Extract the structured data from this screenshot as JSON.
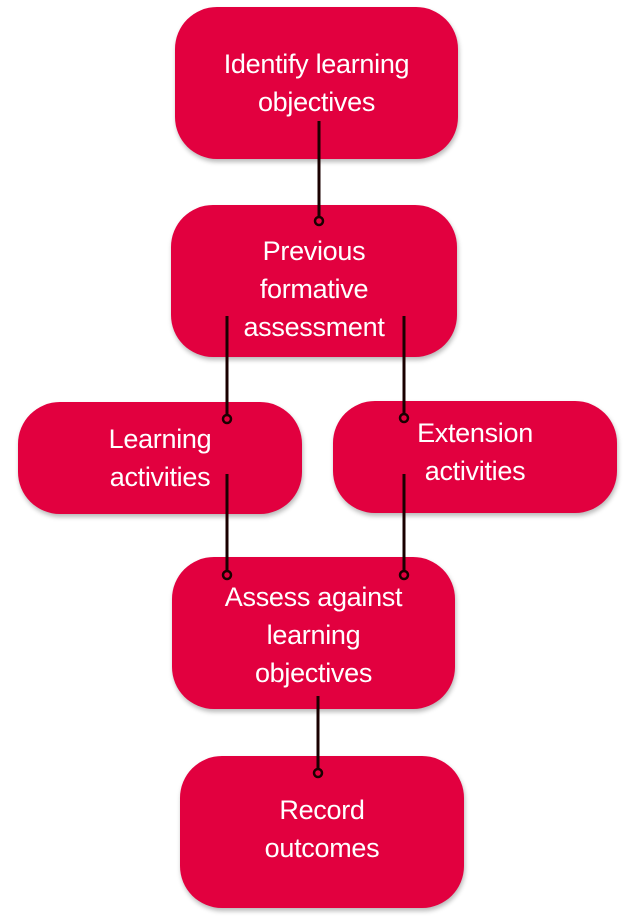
{
  "colors": {
    "node_fill": "#e2003f",
    "node_text": "#ffffff",
    "connector": "#1a0000"
  },
  "nodes": [
    {
      "id": "identify",
      "label": "Identify learning\nobjectives"
    },
    {
      "id": "previous",
      "label": "Previous\nformative\nassessment"
    },
    {
      "id": "learning",
      "label": "Learning\nactivities"
    },
    {
      "id": "extension",
      "label": "Extension\nactivities"
    },
    {
      "id": "assess",
      "label": "Assess against\nlearning\nobjectives"
    },
    {
      "id": "record",
      "label": "Record\noutcomes"
    }
  ],
  "edges": [
    {
      "from": "identify",
      "to": "previous"
    },
    {
      "from": "previous",
      "to": "learning"
    },
    {
      "from": "previous",
      "to": "extension"
    },
    {
      "from": "learning",
      "to": "assess"
    },
    {
      "from": "extension",
      "to": "assess"
    },
    {
      "from": "assess",
      "to": "record"
    }
  ]
}
